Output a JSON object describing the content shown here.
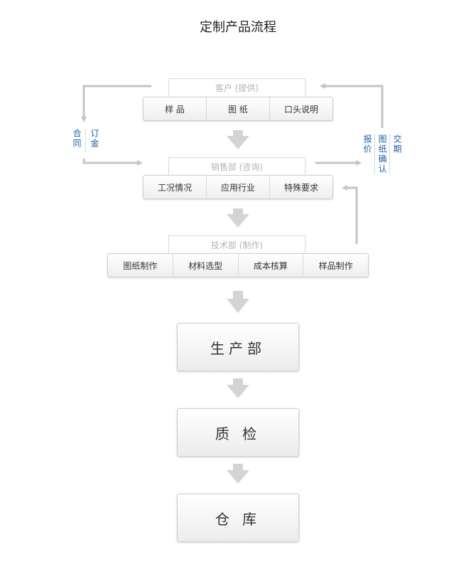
{
  "title": "定制产品流程",
  "customer": {
    "header": "客户 (提供)",
    "items": [
      "样 品",
      "图 纸",
      "口头说明"
    ]
  },
  "sales": {
    "header": "销售部 (咨询)",
    "items": [
      "工况情况",
      "应用行业",
      "特殊要求"
    ]
  },
  "tech": {
    "header": "技术部 (制作)",
    "items": [
      "图纸制作",
      "材料选型",
      "成本核算",
      "样品制作"
    ]
  },
  "departments": {
    "production": "生产部",
    "qc": "质 检",
    "warehouse": "仓 库"
  },
  "side_labels": {
    "contract": "合同",
    "deposit": "订金",
    "quote": "报价",
    "drawing_confirm": "图纸确认",
    "delivery_date": "交期"
  },
  "colors": {
    "label_blue": "#1f5fa8",
    "line_gray": "#c4c4c4",
    "arrow_gray": "#d4d4d4"
  }
}
